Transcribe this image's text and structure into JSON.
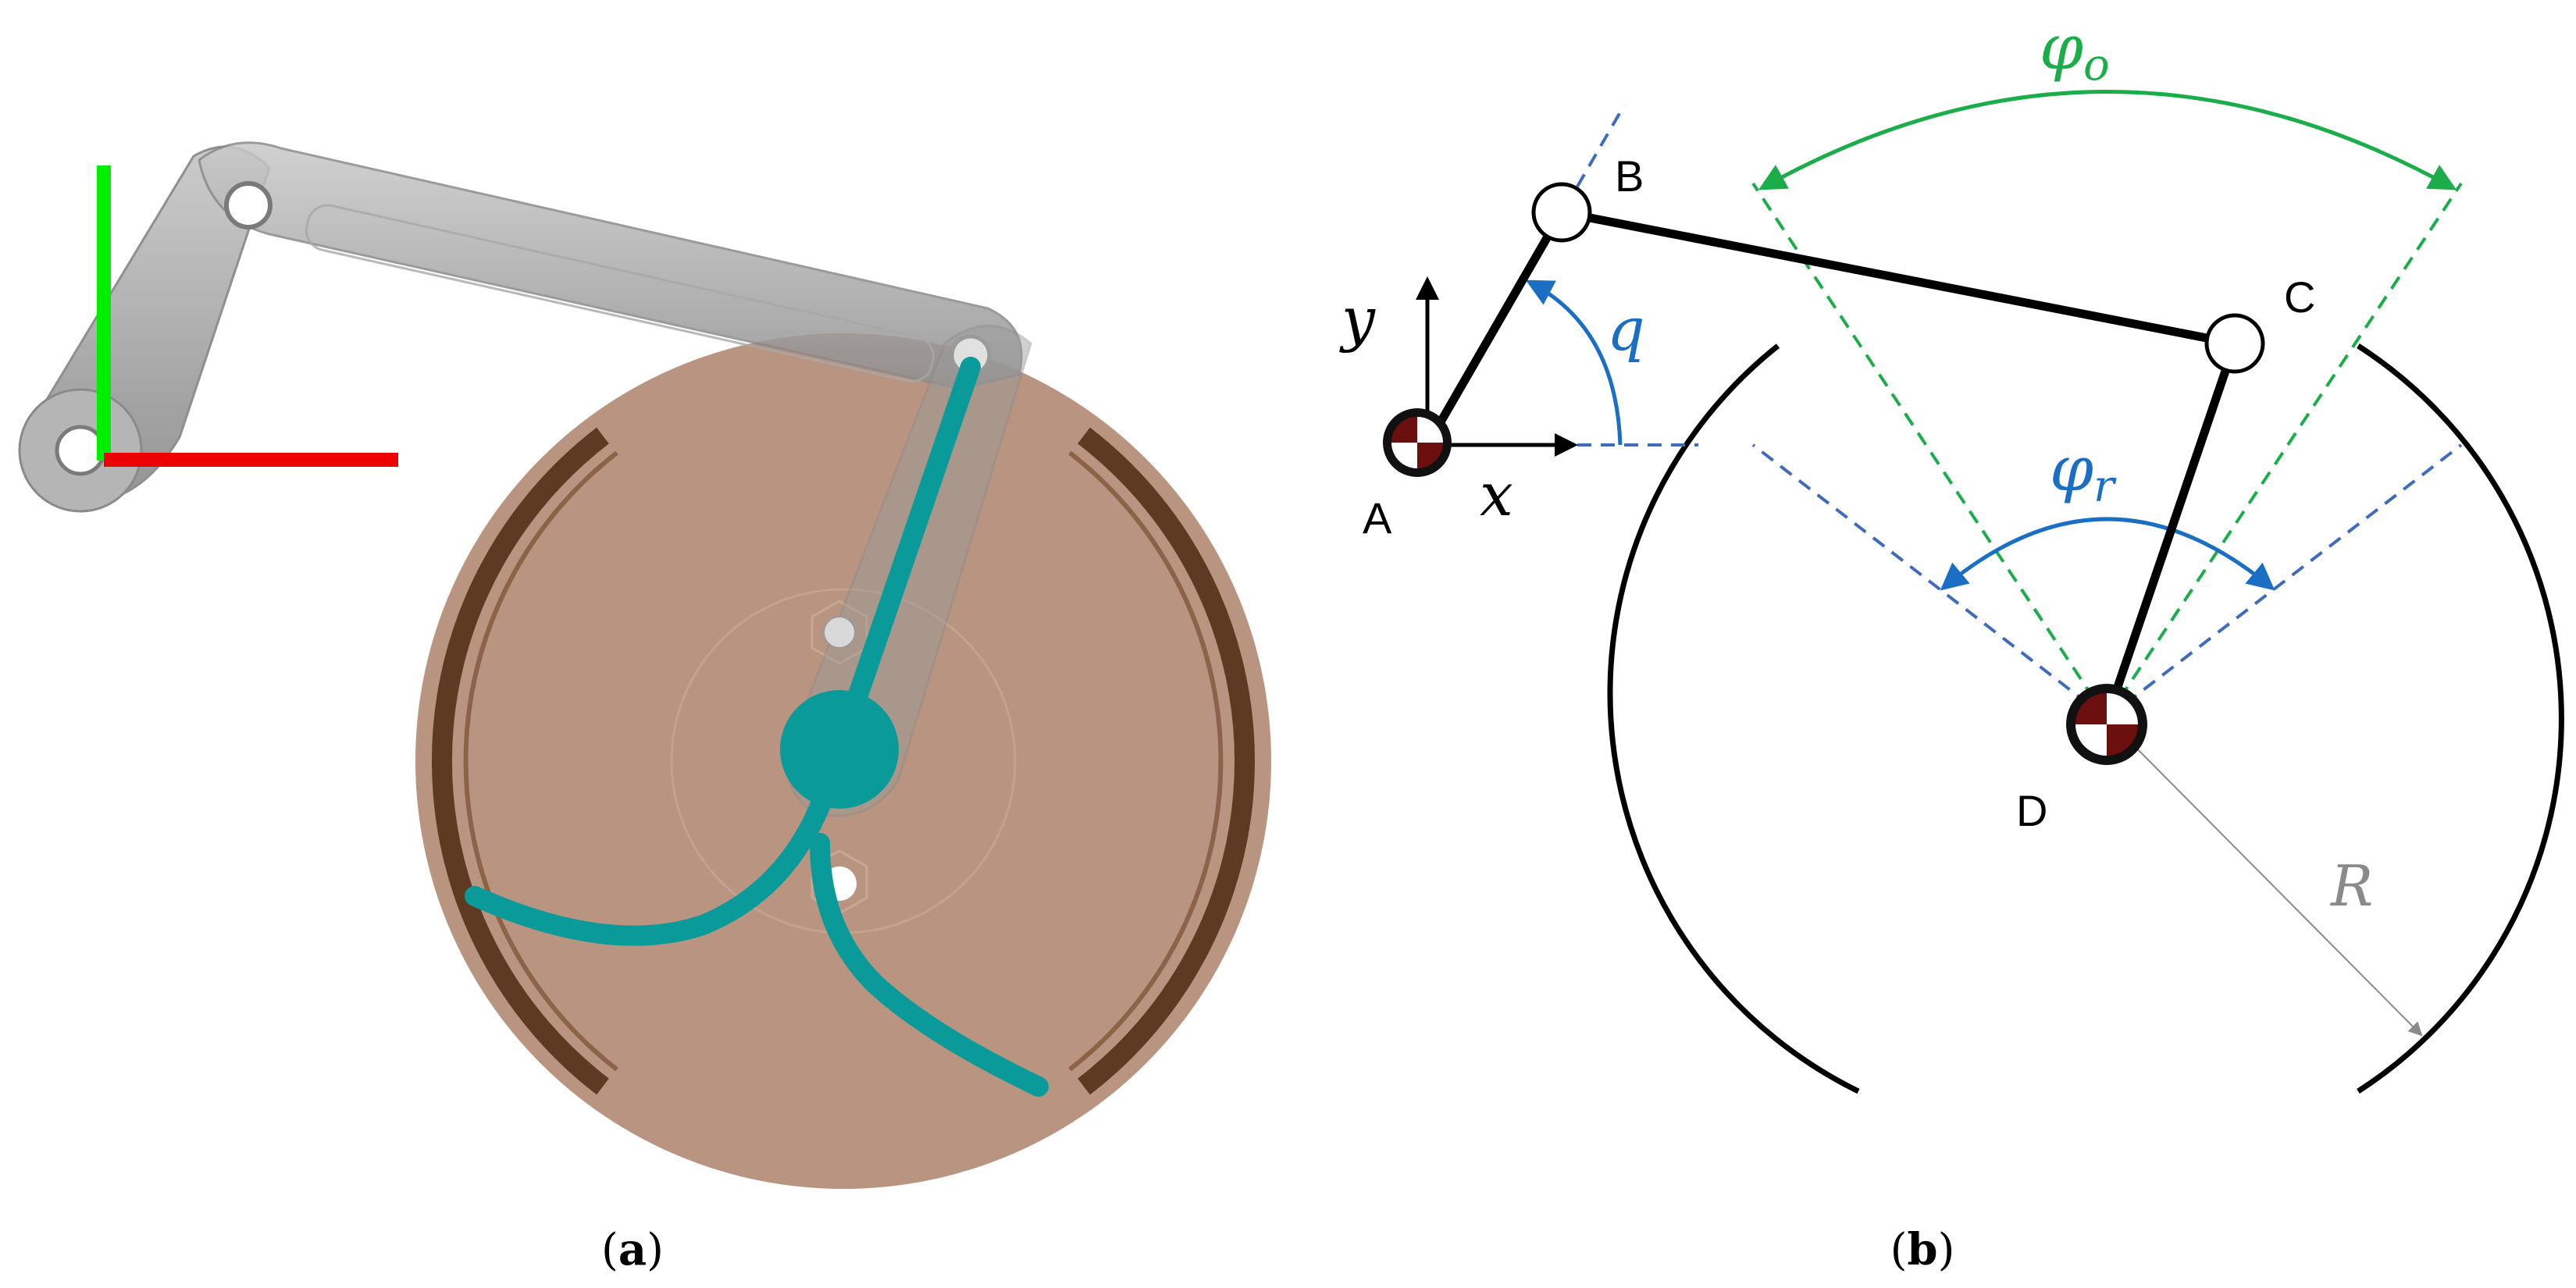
{
  "panel_a": {
    "caption_open": "(",
    "caption_letter": "a",
    "caption_close": ")"
  },
  "panel_b": {
    "caption_open": "(",
    "caption_letter": "b",
    "caption_close": ")",
    "points": {
      "A": "A",
      "B": "B",
      "C": "C",
      "D": "D"
    },
    "axis_x": "x",
    "axis_y": "y",
    "angle_q": "q",
    "phi_o_base": "φ",
    "phi_o_sub": "o",
    "phi_r_base": "φ",
    "phi_r_sub": "r",
    "radius": "R"
  },
  "colors": {
    "green_axis": "#00ee00",
    "red_axis": "#ee0000",
    "teal": "#0b9a9a",
    "disc": "#b99581",
    "rim": "#5e3a22",
    "blue": "#1a6fc4",
    "dash_blue": "#3f6bbd",
    "green": "#1aad4a",
    "gray": "#8a8a8a"
  }
}
